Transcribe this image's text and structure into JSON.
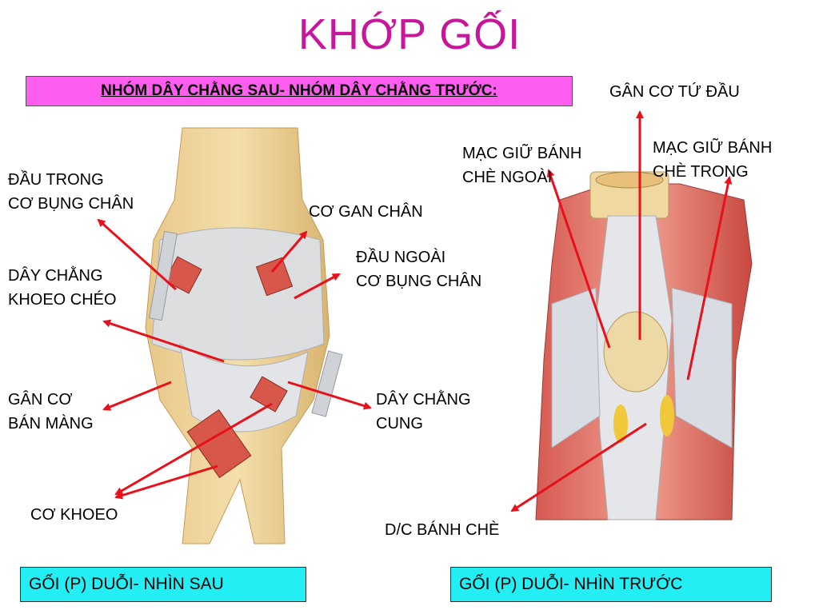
{
  "title": "KHỚP GỐI",
  "subtitle": "NHÓM DÂY CHẰNG SAU- NHÓM DÂY CHẰNG TRƯỚC:",
  "labels": {
    "dau_trong": "ĐẦU TRONG\nCƠ BỤNG CHÂN",
    "co_gan_chan": "CƠ GAN CHÂN",
    "dau_ngoai": "ĐẦU NGOÀI\nCƠ BỤNG CHÂN",
    "day_chang_khoeo": "DÂY CHẰNG\nKHOEO CHÉO",
    "gan_co_ban_mang": "GÂN CƠ\nBÁN MÀNG",
    "day_chang_cung": "DÂY CHẰNG\nCUNG",
    "co_khoeo": "CƠ KHOEO",
    "gan_co_tu_dau": "GÂN CƠ TỨ ĐẦU",
    "mac_giu_ngoai": "MẠC GIỮ BÁNH\nCHÈ NGOÀI",
    "mac_giu_trong": "MẠC GIỮ BÁNH\nCHÈ TRONG",
    "dc_banh_che": "D/C BÁNH CHÈ"
  },
  "captions": {
    "left": "GỐI (P) DUỖI- NHÌN SAU",
    "right": "GỐI (P) DUỖI- NHÌN TRƯỚC"
  },
  "colors": {
    "title": "#c8169c",
    "subtitle_bg": "#ff5cf0",
    "caption_bg": "#22eef4",
    "arrow": "#e8101a"
  }
}
